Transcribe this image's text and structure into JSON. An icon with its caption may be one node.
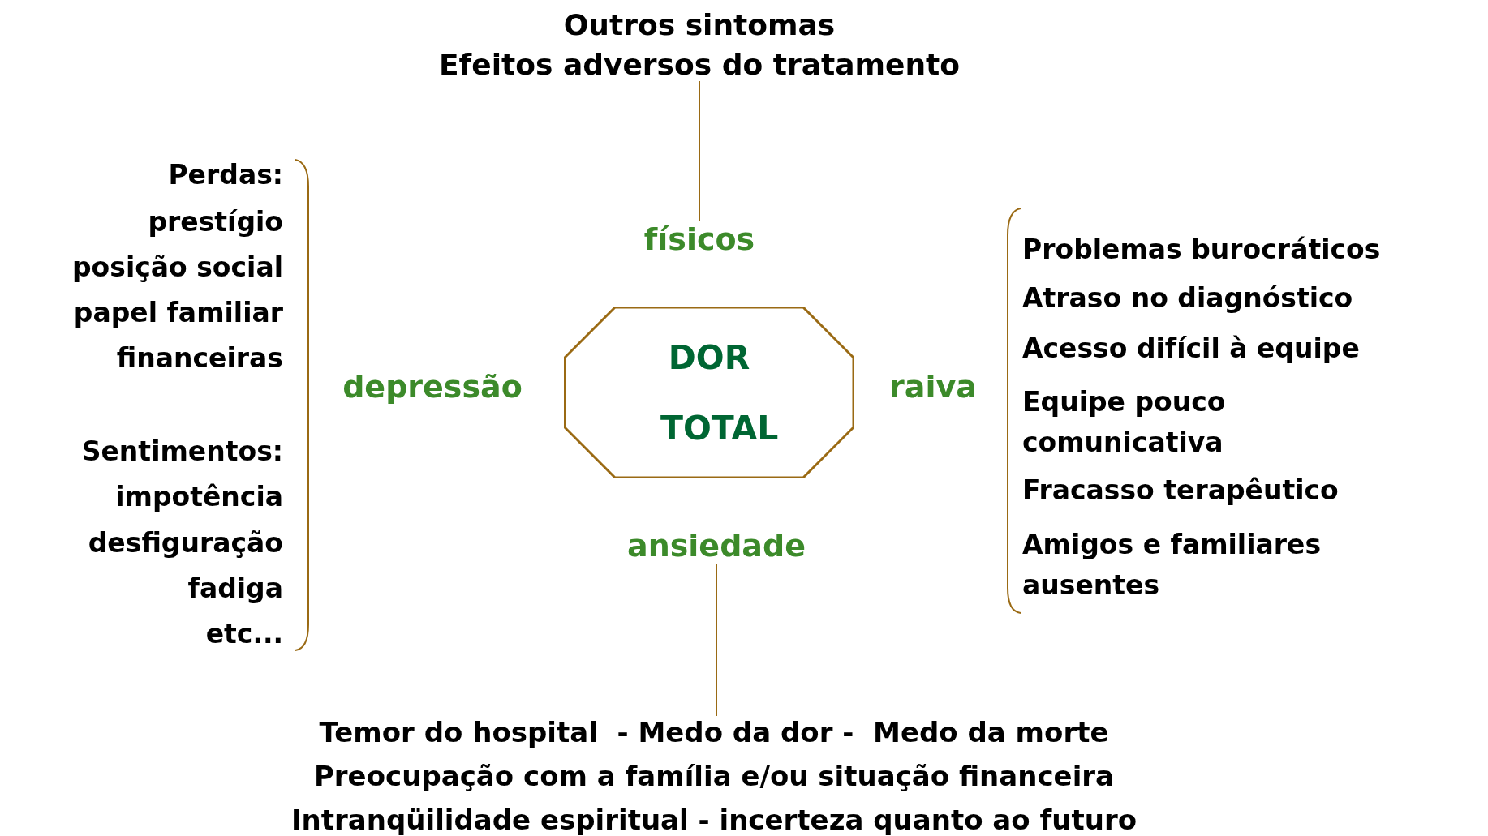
{
  "diagram": {
    "nodes": [
      {
        "text": [
          "DOR TOTAL"
        ]
      },
      {
        "text": [
          "Outros sintomas",
          "Efeitos adversos do tratamento"
        ]
      },
      {
        "text": [
          "físicos"
        ]
      },
      {
        "text": [
          "ansiedade"
        ]
      },
      {
        "text": [
          "Temor do hospital  - Medo da dor -  Medo da morte",
          "Preocupação com a família e/ou situação financeira",
          "Intranqüilidade espiritual - incerteza quanto ao futuro"
        ]
      }
    ],
    "edges": [
      {
        "from": 1,
        "to": 2,
        "arrow": "none"
      },
      {
        "from": 3,
        "to": 4,
        "arrow": "none"
      }
    ],
    "labels": [
      "Perdas:",
      "prestígio",
      "posição social",
      "papel familiar",
      "financeiras",
      "depressão",
      "raiva",
      "Problemas burocráticos",
      "Atraso no diagnóstico",
      "Acesso difícil à equipe",
      "Equipe pouco comunicativa",
      "Sentimentos:",
      "impotência",
      "Fracasso terapêutico",
      "desfiguração",
      "Amigos e familiares ausentes",
      "fadiga",
      "etc..."
    ]
  }
}
